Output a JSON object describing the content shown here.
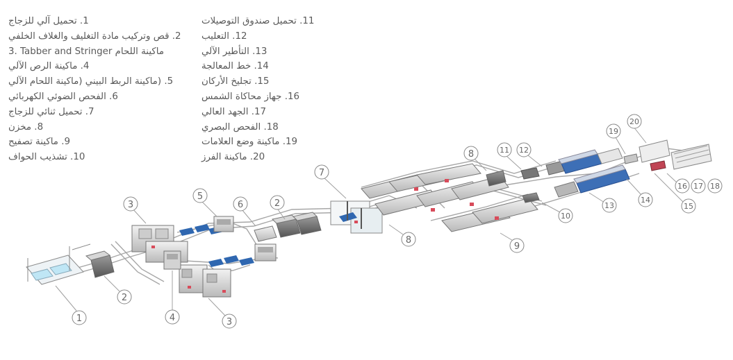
{
  "legend_left": [
    "1. تحميل آلي للزجاج",
    "2. قص وتركيب مادة التغليف والغلاف الخلفي",
    "3. Tabber and Stringer ماكينة اللحام",
    "4. ماكينة الرص الآلي",
    "5. (ماكينة الربط البيني (ماكينة اللحام الآلي",
    "6. الفحص الضوئي الكهربائي",
    "7. تحميل ثنائي للزجاج",
    "8. مخزن",
    "9. ماكينة تصفيح",
    "10. تشذيب الحواف"
  ],
  "legend_right": [
    "11. تحميل صندوق التوصيلات",
    "12. التعليب",
    "13. التأطير الآلي",
    "14. خط المعالجة",
    "15. تجليخ الأركان",
    "16. جهاز محاكاة الشمس",
    "17. الجهد العالي",
    "18. الفحص البصري",
    "19. ماكينة وضع العلامات",
    "20. ماكينة الفرز"
  ],
  "callouts": [
    "1",
    "2",
    "3",
    "4",
    "3",
    "5",
    "6",
    "2",
    "7",
    "8",
    "8",
    "9",
    "10",
    "11",
    "12",
    "13",
    "14",
    "15",
    "16",
    "17",
    "18",
    "19",
    "20"
  ]
}
